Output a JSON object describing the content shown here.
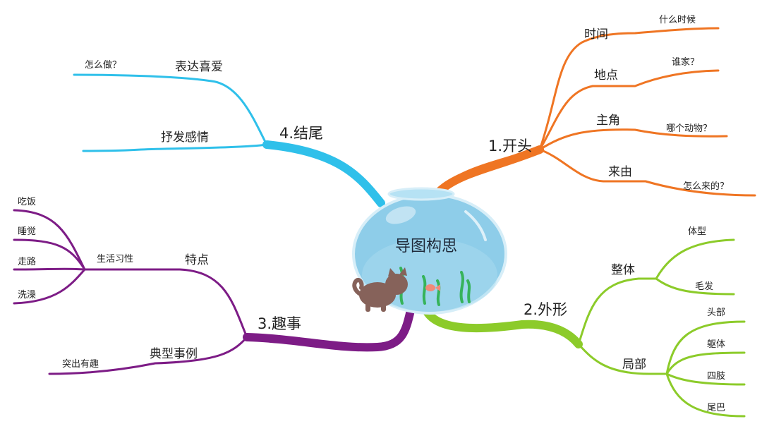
{
  "center": {
    "label": "导图构思"
  },
  "colors": {
    "orange": "#ef7523",
    "green": "#8ccb2a",
    "purple": "#7d1c86",
    "blue": "#2fc0ea",
    "bowl": "#8ecde9",
    "cat": "#86625a"
  },
  "branches": {
    "b1": {
      "label": "1.开头",
      "time": "时间",
      "time_leaf": "什么时候",
      "place": "地点",
      "place_leaf": "谁家？",
      "role": "主角",
      "role_leaf": "哪个动物？",
      "origin": "来由",
      "origin_leaf": "怎么来的？"
    },
    "b2": {
      "label": "2.外形",
      "whole": "整体",
      "body_type": "体型",
      "fur": "毛发",
      "part": "局部",
      "head": "头部",
      "torso": "躯体",
      "limbs": "四肢",
      "tail": "尾巴"
    },
    "b3": {
      "label": "3.趣事",
      "trait": "特点",
      "habit": "生活习性",
      "eat": "吃饭",
      "sleep": "睡觉",
      "walk": "走路",
      "bath": "洗澡",
      "example": "典型事例",
      "fun": "突出有趣"
    },
    "b4": {
      "label": "4.结尾",
      "love": "表达喜爱",
      "how": "怎么做？",
      "feel": "抒发感情"
    }
  }
}
